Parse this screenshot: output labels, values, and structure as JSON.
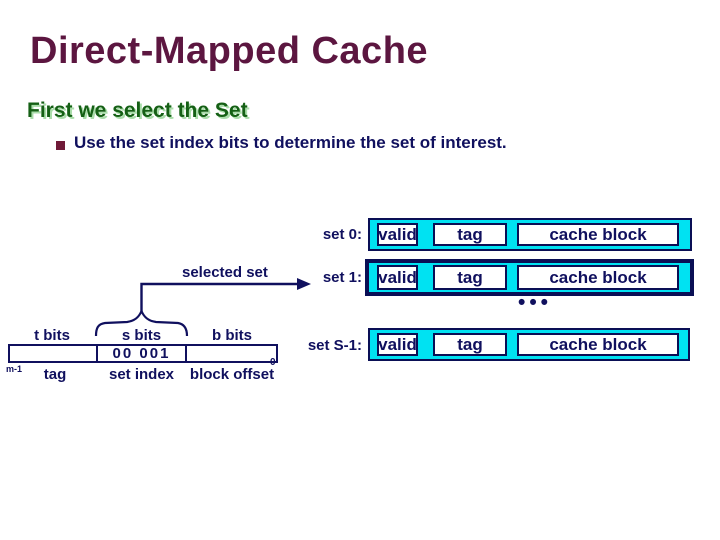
{
  "slide": {
    "title": "Direct-Mapped Cache",
    "heading": "First we select the Set",
    "bullet_text": "Use the set index bits to determine the set of interest."
  },
  "diagram": {
    "selected_set_label": "selected set",
    "ellipsis": "•••",
    "sets": [
      {
        "label": "set 0:",
        "valid": "valid",
        "tag": "tag",
        "cache_block": "cache block",
        "selected": false
      },
      {
        "label": "set 1:",
        "valid": "valid",
        "tag": "tag",
        "cache_block": "cache block",
        "selected": true
      },
      {
        "label": "set S-1:",
        "valid": "valid",
        "tag": "tag",
        "cache_block": "cache block",
        "selected": false
      }
    ],
    "address_field": {
      "t_bits_label": "t bits",
      "s_bits_label": "s bits",
      "b_bits_label": "b bits",
      "t_value": "",
      "s_value": "00 001",
      "b_value": "",
      "msb_label": "m-1",
      "lsb_label": "0",
      "tag_label": "tag",
      "set_index_label": "set index",
      "block_offset_label": "block offset"
    }
  },
  "colors": {
    "title_maroon": "#5c1640",
    "heading_green": "#156015",
    "heading_glow": "#aaddaa",
    "navy_text": "#10105e",
    "diagram_border": "#0a0f55",
    "row_fill_cyan": "#00e2f2",
    "bullet_marker": "#701a38",
    "background": "#ffffff"
  }
}
